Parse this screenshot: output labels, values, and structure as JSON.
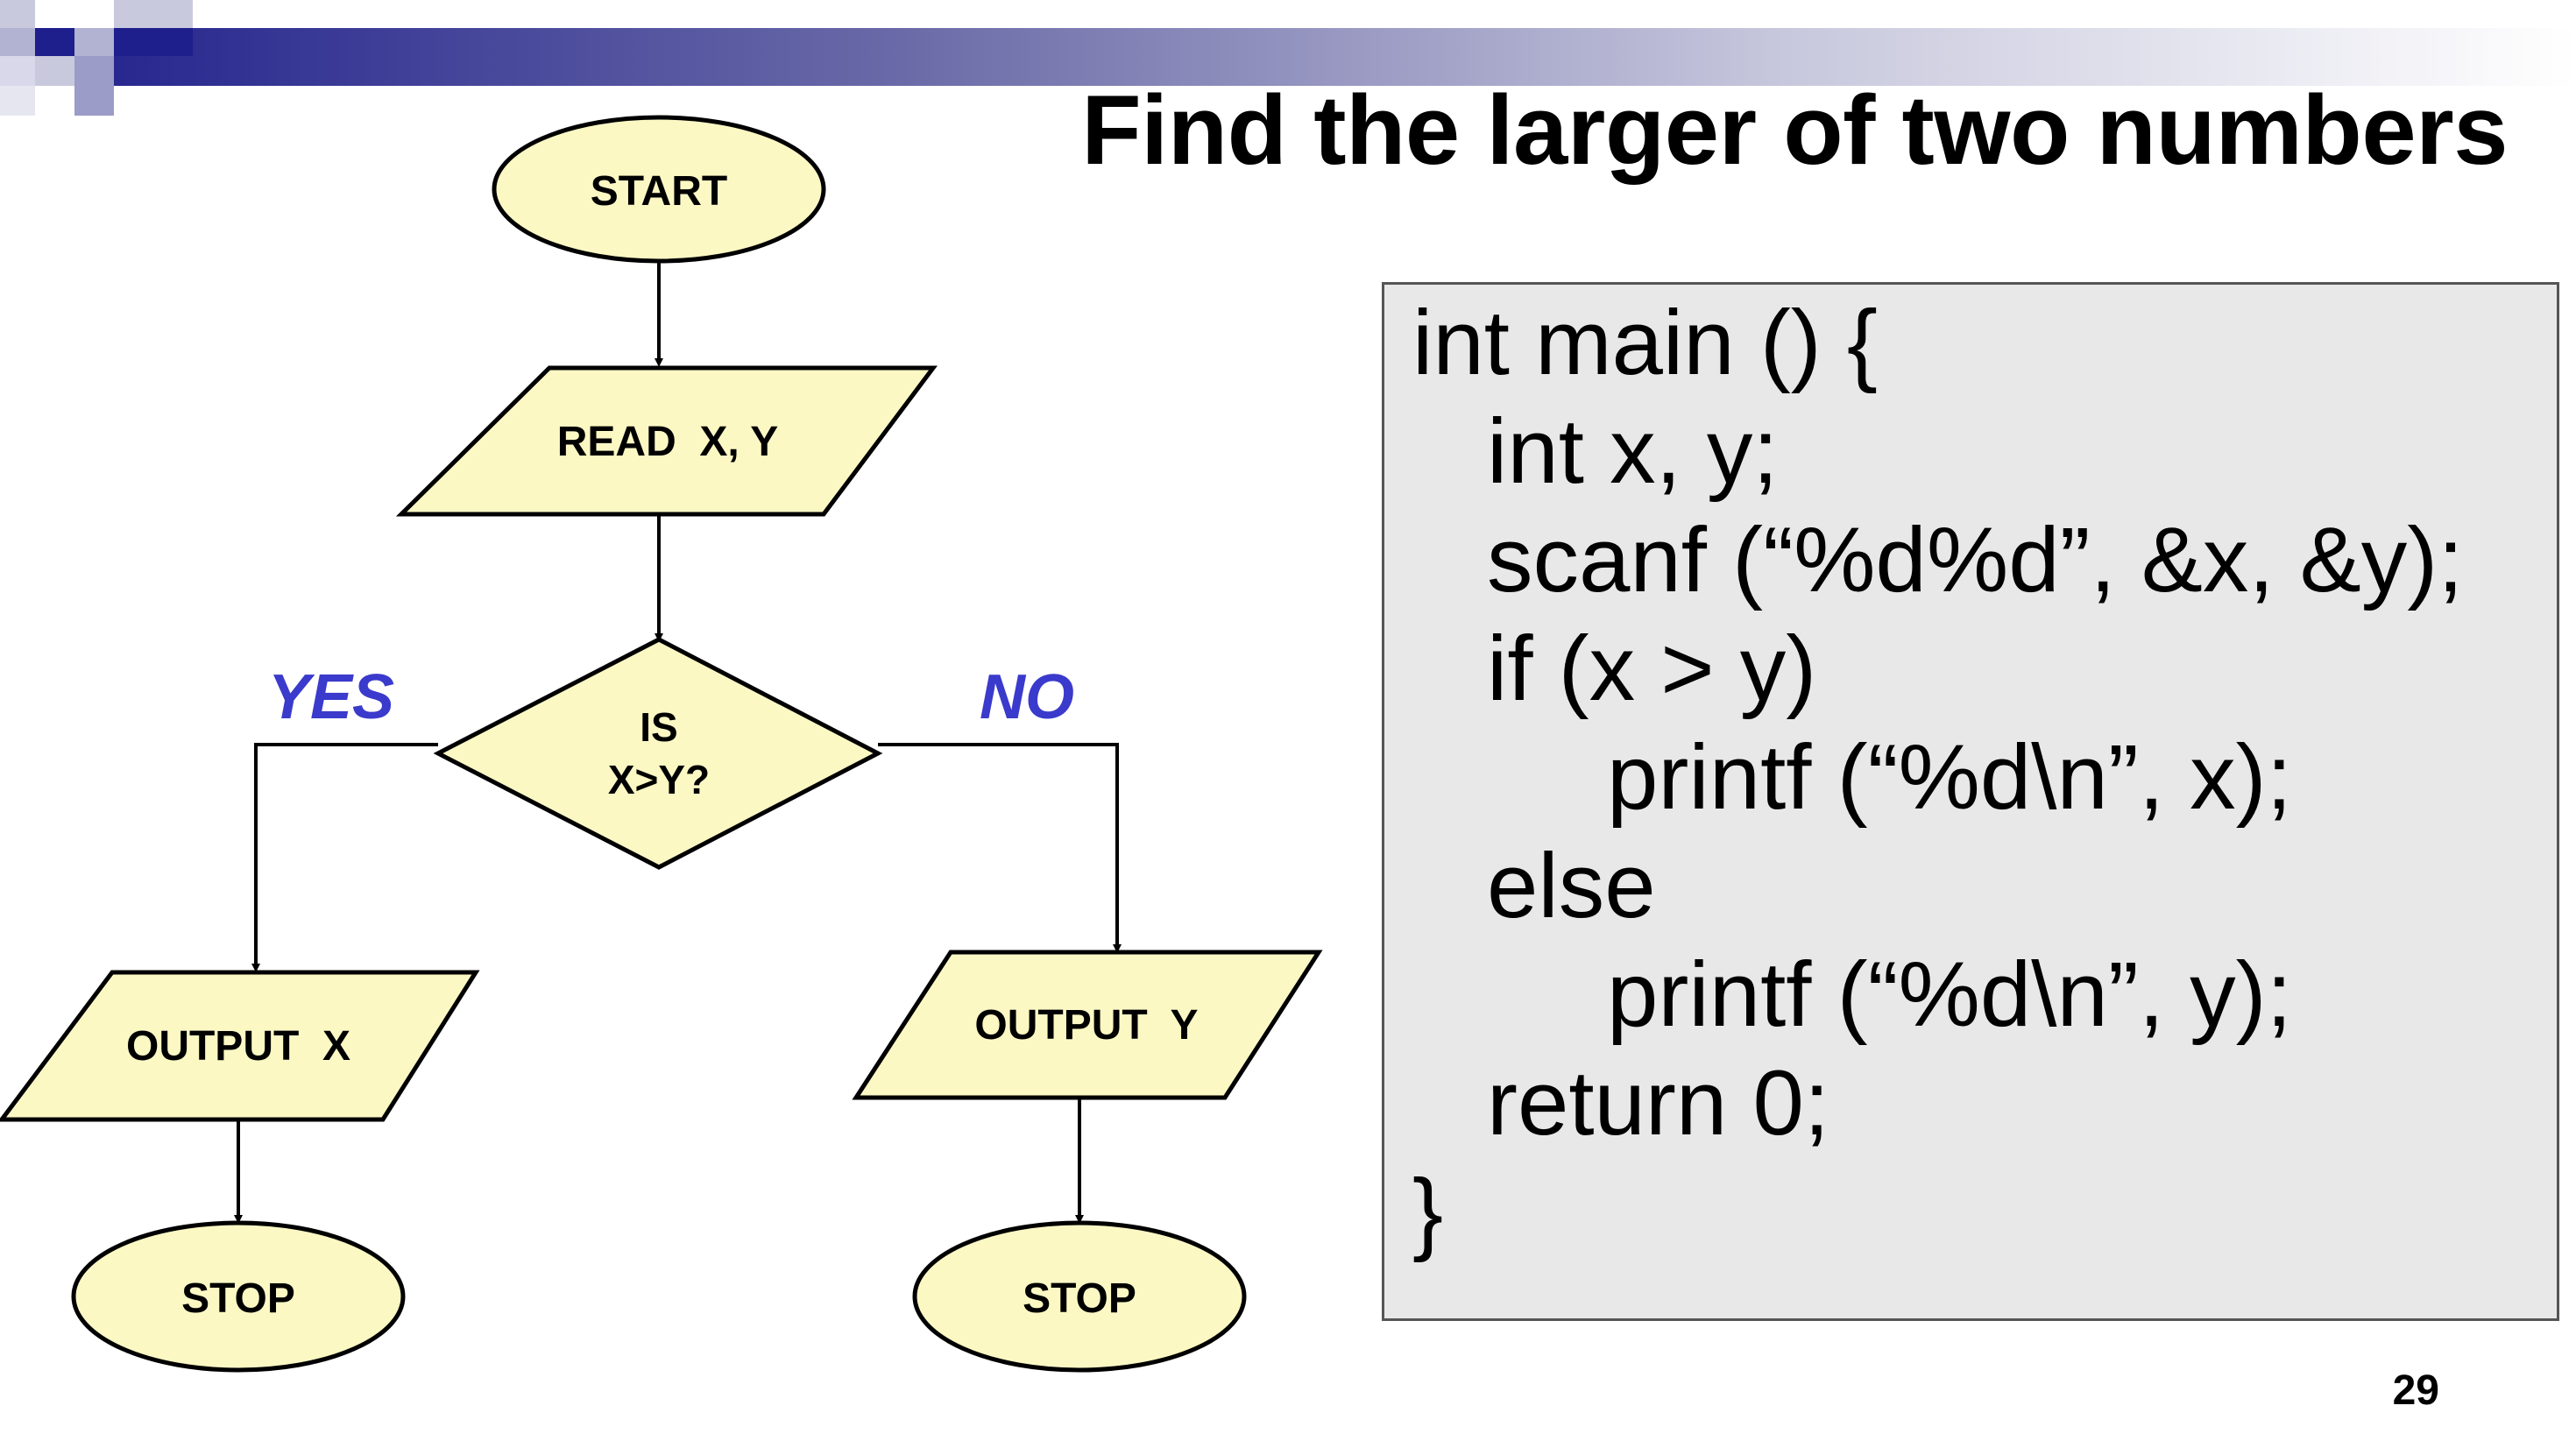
{
  "slide": {
    "title": "Find the larger of two numbers",
    "page_number": "29"
  },
  "flowchart": {
    "start": "START",
    "read": "READ  X, Y",
    "decision_line1": "IS",
    "decision_line2": "X>Y?",
    "yes_label": "YES",
    "no_label": "NO",
    "output_x": "OUTPUT  X",
    "output_y": "OUTPUT  Y",
    "stop_left": "STOP",
    "stop_right": "STOP",
    "colors": {
      "shape_fill": "#fbf8c4",
      "branch_label": "#3a3acc",
      "code_bg": "#e8e8e8",
      "banner_dark": "#1e1e8c"
    }
  },
  "code": {
    "lines": [
      "int main () {",
      "int x, y;",
      "scanf (“%d%d”, &x, &y);",
      "if (x > y)",
      "printf (“%d\\n”, x);",
      "else",
      "printf (“%d\\n”, y);",
      "return 0;",
      "}"
    ]
  }
}
